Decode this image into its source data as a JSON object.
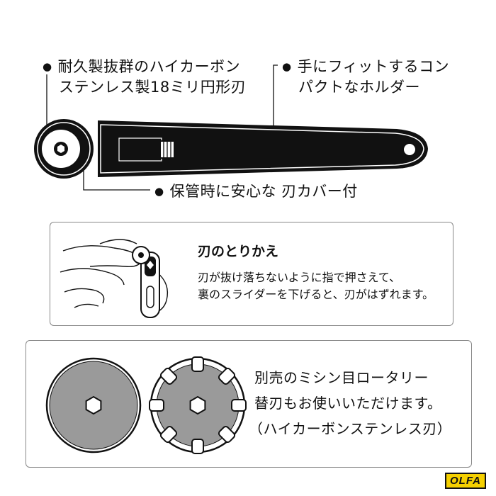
{
  "features": {
    "blade": [
      "耐久製抜群のハイカーボン",
      "ステンレス製18ミリ円形刃"
    ],
    "holder": [
      "手にフィットするコン",
      "パクトなホルダー"
    ],
    "cover": "保管時に安心な 刃カバー付",
    "bullet_symbol": "●"
  },
  "replacement": {
    "title": "刃のとりかえ",
    "lines": [
      "刃が抜け落ちないように指で押さえて、",
      "裏のスライダーを下げると、刃がはずれます。"
    ]
  },
  "spare_blades": {
    "lines": [
      "別売のミシン目ロータリー",
      "替刃もお使いいただけます。",
      "（ハイカーボンステンレス刃）"
    ]
  },
  "brand": {
    "logo_text": "OLFA",
    "logo_color": "#f5d000"
  },
  "colors": {
    "ink": "#111111",
    "blade_gray": "#9a9a9a",
    "panel_border": "#888888"
  }
}
